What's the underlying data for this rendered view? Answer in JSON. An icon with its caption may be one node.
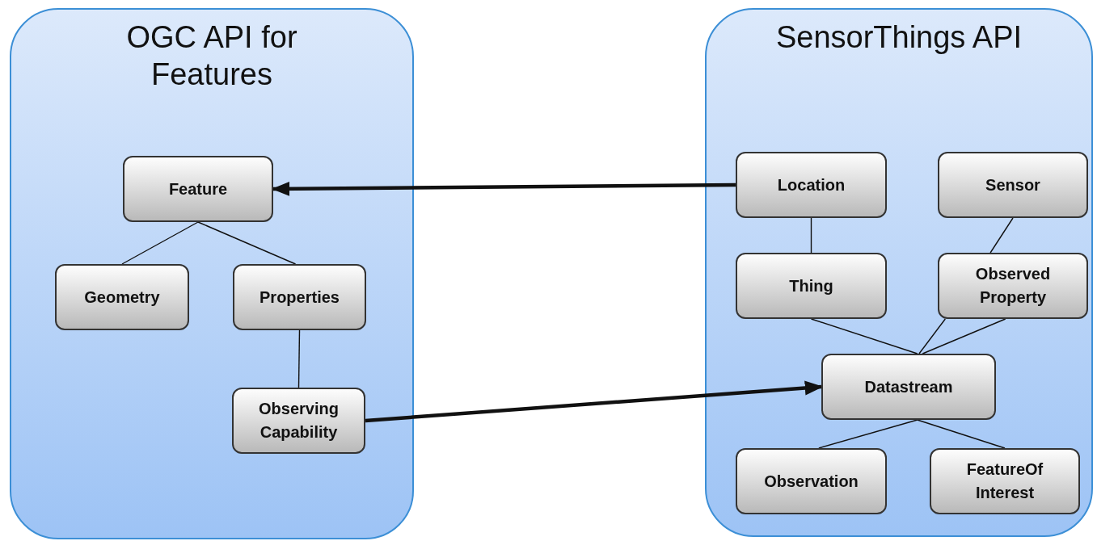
{
  "diagram": {
    "nodes": [
      {
        "text": [
          "OGC API for Features"
        ]
      },
      {
        "text": [
          "Feature"
        ],
        "in": 0
      },
      {
        "text": [
          "Geometry"
        ],
        "in": 0
      },
      {
        "text": [
          "Properties"
        ],
        "in": 0
      },
      {
        "text": [
          "Observing Capability"
        ],
        "in": 0
      },
      {
        "text": [
          "SensorThings API"
        ]
      },
      {
        "text": [
          "Location"
        ],
        "in": 5
      },
      {
        "text": [
          "Sensor"
        ],
        "in": 5
      },
      {
        "text": [
          "Thing"
        ],
        "in": 5
      },
      {
        "text": [
          "Observed Property"
        ],
        "in": 5
      },
      {
        "text": [
          "Datastream"
        ],
        "in": 5
      },
      {
        "text": [
          "Observation"
        ],
        "in": 5
      },
      {
        "text": [
          "FeatureOf Interest"
        ],
        "in": 5
      }
    ],
    "edges": [
      {
        "from": 6,
        "to": 1,
        "arrow": "to",
        "style": "thick"
      },
      {
        "from": 4,
        "to": 10,
        "arrow": "to",
        "style": "thick"
      },
      {
        "from": 1,
        "to": 2,
        "arrow": "none"
      },
      {
        "from": 1,
        "to": 3,
        "arrow": "none"
      },
      {
        "from": 3,
        "to": 4,
        "arrow": "none"
      },
      {
        "from": 6,
        "to": 8,
        "arrow": "none"
      },
      {
        "from": 7,
        "to": 9,
        "arrow": "none"
      },
      {
        "from": 8,
        "to": 10,
        "arrow": "none"
      },
      {
        "from": 9,
        "to": 10,
        "arrow": "none"
      },
      {
        "from": 9,
        "to": 10,
        "arrow": "none"
      },
      {
        "from": 10,
        "to": 11,
        "arrow": "none"
      },
      {
        "from": 10,
        "to": 12,
        "arrow": "none"
      }
    ]
  }
}
